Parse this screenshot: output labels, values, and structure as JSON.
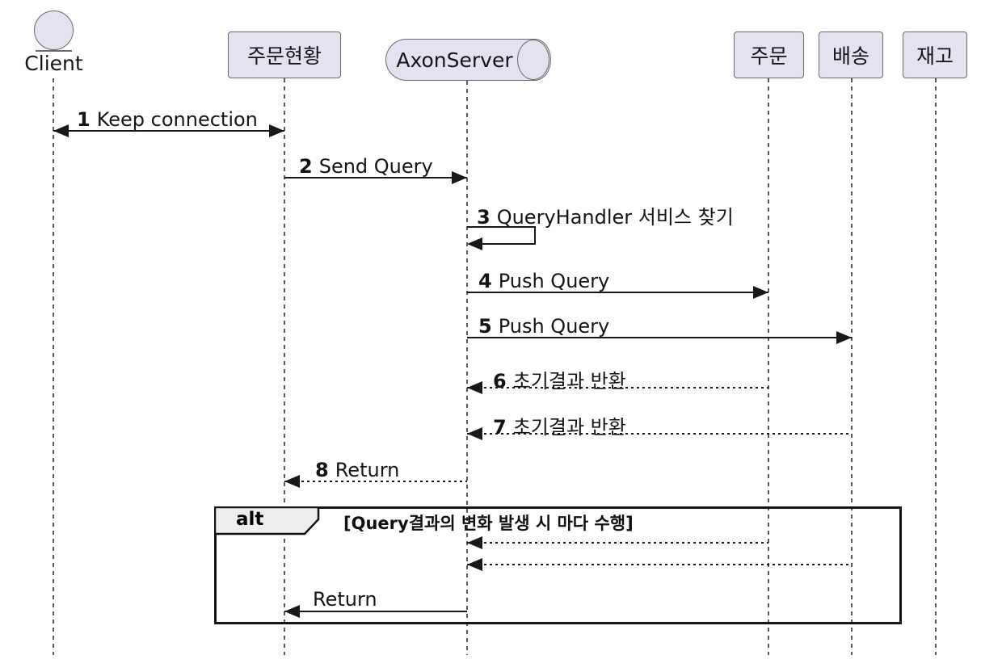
{
  "diagram": {
    "type": "sequence",
    "colors": {
      "participant_fill": "#E2E2F0",
      "participant_border": "#696969",
      "line": "#181818",
      "frame_border": "#141414",
      "frame_tab_fill": "#EEEEEE",
      "background": "#FFFFFF"
    },
    "participants": [
      {
        "id": "client",
        "label": "Client",
        "kind": "entity"
      },
      {
        "id": "order-status",
        "label": "주문현황",
        "kind": "box"
      },
      {
        "id": "axon-server",
        "label": "AxonServer",
        "kind": "queue"
      },
      {
        "id": "order",
        "label": "주문",
        "kind": "box"
      },
      {
        "id": "delivery",
        "label": "배송",
        "kind": "box"
      },
      {
        "id": "inventory",
        "label": "재고",
        "kind": "box"
      }
    ],
    "messages": [
      {
        "num": "1",
        "label": "Keep connection",
        "from": "Client",
        "to": "주문현황",
        "style": "solid-bidirectional"
      },
      {
        "num": "2",
        "label": "Send Query",
        "from": "주문현황",
        "to": "AxonServer",
        "style": "solid"
      },
      {
        "num": "3",
        "label": "QueryHandler 서비스 찾기",
        "from": "AxonServer",
        "to": "AxonServer",
        "style": "self"
      },
      {
        "num": "4",
        "label": "Push Query",
        "from": "AxonServer",
        "to": "주문",
        "style": "solid"
      },
      {
        "num": "5",
        "label": "Push Query",
        "from": "AxonServer",
        "to": "배송",
        "style": "solid"
      },
      {
        "num": "6",
        "label": "초기결과 반환",
        "from": "주문",
        "to": "AxonServer",
        "style": "dashed"
      },
      {
        "num": "7",
        "label": "초기결과 반환",
        "from": "배송",
        "to": "AxonServer",
        "style": "dashed"
      },
      {
        "num": "8",
        "label": "Return",
        "from": "AxonServer",
        "to": "주문현황",
        "style": "dashed"
      }
    ],
    "alt_frame": {
      "operator": "alt",
      "condition": "[Query결과의 변화 발생 시 마다 수행]",
      "messages": [
        {
          "num": "",
          "label": "",
          "from": "주문",
          "to": "AxonServer",
          "style": "dashed"
        },
        {
          "num": "",
          "label": "",
          "from": "배송",
          "to": "AxonServer",
          "style": "dashed"
        },
        {
          "num": "",
          "label": "Return",
          "from": "AxonServer",
          "to": "주문현황",
          "style": "solid"
        }
      ]
    }
  }
}
